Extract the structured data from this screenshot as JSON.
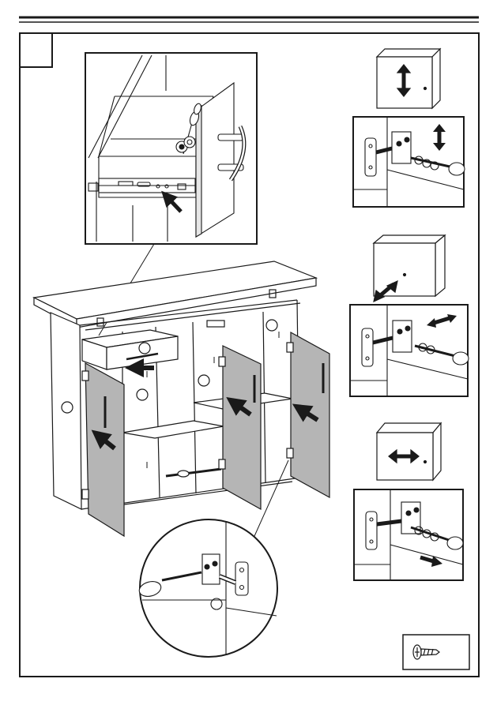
{
  "page": {
    "step_number": "",
    "colors": {
      "ink": "#1a1a1a",
      "door_gray": "#b5b5b5",
      "cabinet_light": "#f2f2f2",
      "paper": "#ffffff"
    }
  },
  "illustrations": [
    {
      "name": "drawer-slide-detail",
      "icon": "drawer-slide-adjust-icon"
    },
    {
      "name": "sideboard-assembly",
      "icon": "sideboard-icon"
    },
    {
      "name": "hinge-screw-detail",
      "icon": "hinge-screw-icon"
    }
  ],
  "adjustments": [
    {
      "name": "vertical-adjustment",
      "cube_arrow": "up-down-arrow-icon",
      "hinge_arrow": "up-down-arrow-icon"
    },
    {
      "name": "depth-adjustment",
      "cube_arrow": "diagonal-arrow-icon",
      "hinge_arrow": "left-right-arrow-icon"
    },
    {
      "name": "lateral-adjustment",
      "cube_arrow": "left-right-arrow-icon",
      "hinge_arrow": "right-arrow-icon"
    }
  ],
  "parts": [
    {
      "name": "screw",
      "icon": "screw-icon",
      "quantity": ""
    }
  ]
}
